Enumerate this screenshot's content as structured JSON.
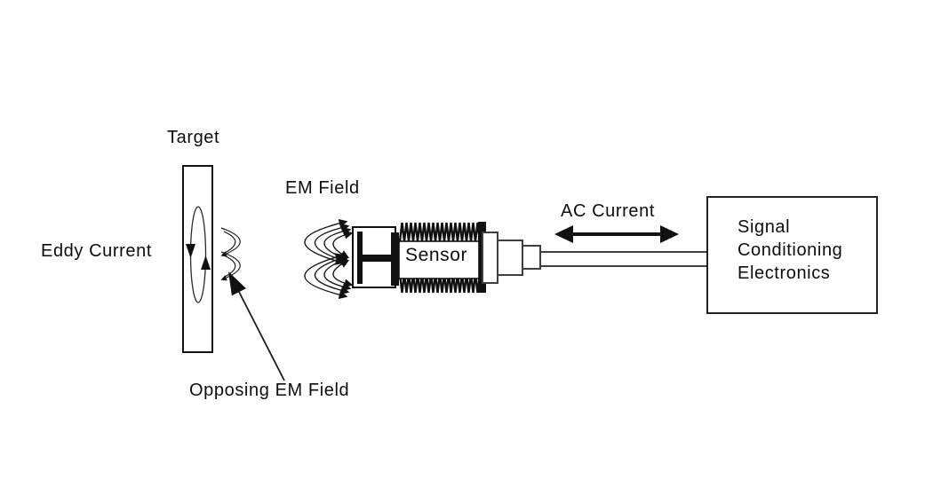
{
  "labels": {
    "target": "Target",
    "eddy_current": "Eddy Current",
    "em_field": "EM Field",
    "sensor": "Sensor",
    "ac_current": "AC Current",
    "opposing_em_field": "Opposing EM Field"
  },
  "electronics_box": {
    "line1": "Signal",
    "line2": "Conditioning",
    "line3": "Electronics"
  },
  "colors": {
    "background": "#ffffff",
    "line_color": "#111111",
    "connector_stroke": "#3f3f3f",
    "text_color": "#0d0d0d"
  }
}
